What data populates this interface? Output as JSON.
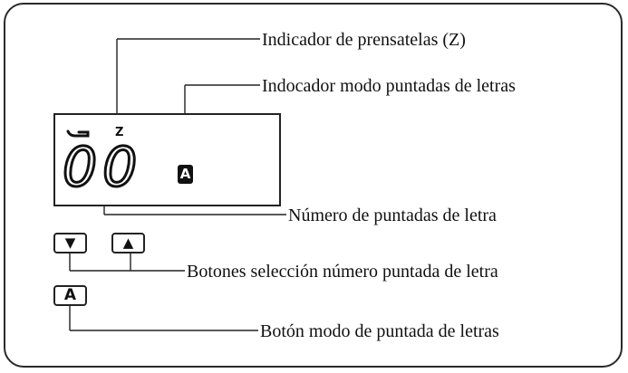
{
  "labels": {
    "presser_indicator": "Indicador de prensatelas (Z)",
    "letter_mode_indicator": "Indocador  modo puntadas de letras",
    "stitch_number": "Número de puntadas de letra",
    "selection_buttons": "Botones selección número puntada de  letra",
    "mode_button": "Botón modo de puntada de letras"
  },
  "display": {
    "presser_symbol": "Z",
    "digits": "00",
    "mode_symbol": "A"
  },
  "buttons": {
    "down": "▼",
    "up": "▲",
    "mode": "A"
  }
}
